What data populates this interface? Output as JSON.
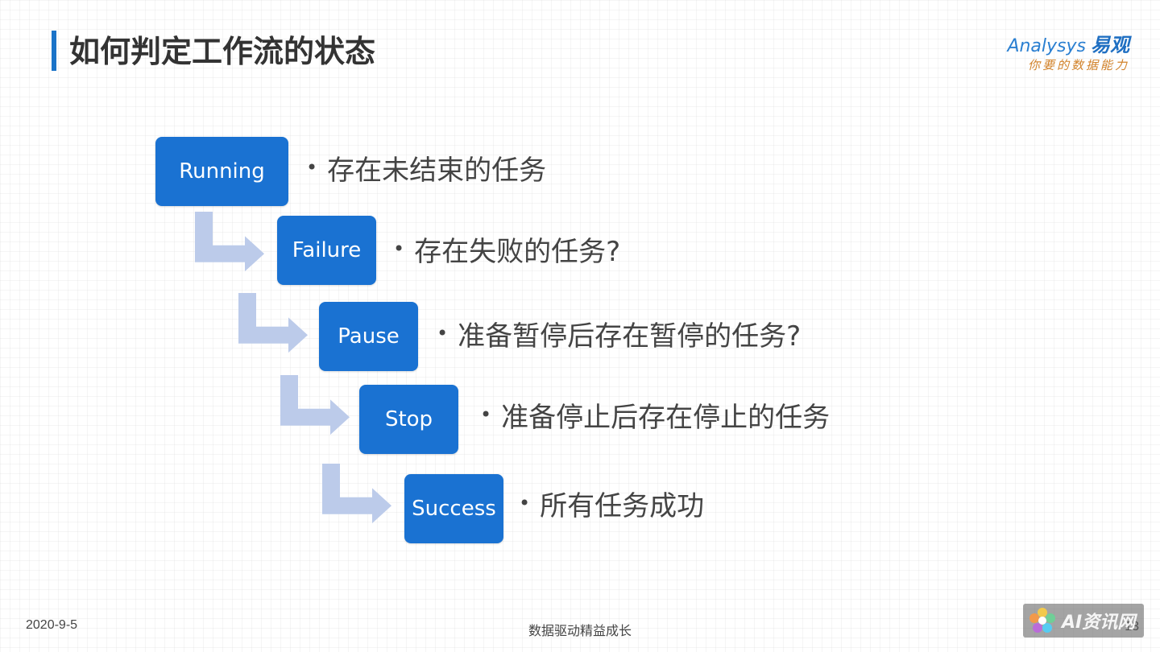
{
  "slide": {
    "title": "如何判定工作流的状态",
    "logo": {
      "brand_en": "Analysys",
      "brand_cn": "易观",
      "tagline": "你要的数据能力"
    },
    "colors": {
      "accent": "#1a73c8",
      "box": "#1a72d2",
      "arrow": "#bccbea"
    },
    "states": [
      {
        "label": "Running",
        "bullet": "•",
        "description": "存在未结束的任务"
      },
      {
        "label": "Failure",
        "bullet": "•",
        "description": "存在失败的任务?"
      },
      {
        "label": "Pause",
        "bullet": "•",
        "description": "准备暂停后存在暂停的任务?"
      },
      {
        "label": "Stop",
        "bullet": "•",
        "description": "准备停止后存在停止的任务"
      },
      {
        "label": "Success",
        "bullet": "•",
        "description": "所有任务成功"
      }
    ],
    "arrow_icon": "bent-right-arrow-icon"
  },
  "footer": {
    "date": "2020-9-5",
    "center": "数据驱动精益成长",
    "page": "13"
  },
  "watermark": {
    "text": "AI资讯网",
    "icon": "flower-icon"
  }
}
